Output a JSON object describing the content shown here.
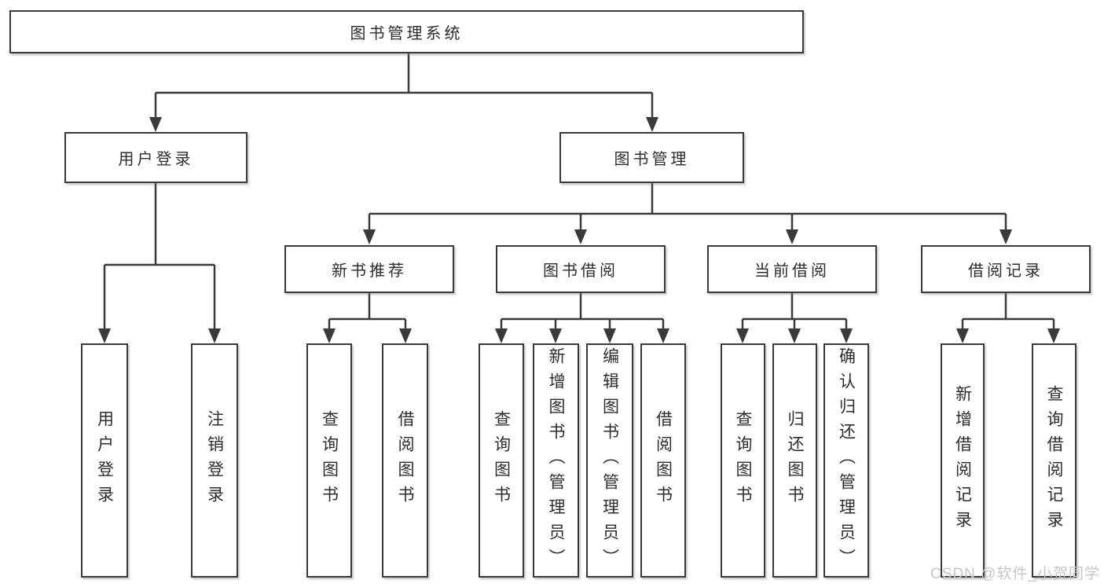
{
  "tree": {
    "root": {
      "label": "图书管理系统"
    },
    "branches": [
      {
        "label": "用户登录",
        "leaves": [
          {
            "label": "用户登录"
          },
          {
            "label": "注销登录"
          }
        ]
      },
      {
        "label": "图书管理",
        "groups": [
          {
            "label": "新书推荐",
            "leaves": [
              {
                "label": "查询图书"
              },
              {
                "label": "借阅图书"
              }
            ]
          },
          {
            "label": "图书借阅",
            "leaves": [
              {
                "label": "查询图书"
              },
              {
                "label": "新增图书（管理员）"
              },
              {
                "label": "编辑图书（管理员）"
              },
              {
                "label": "借阅图书"
              }
            ]
          },
          {
            "label": "当前借阅",
            "leaves": [
              {
                "label": "查询图书"
              },
              {
                "label": "归还图书"
              },
              {
                "label": "确认归还（管理员）"
              }
            ]
          },
          {
            "label": "借阅记录",
            "leaves": [
              {
                "label": "新增借阅记录"
              },
              {
                "label": "查询借阅记录"
              }
            ]
          }
        ]
      }
    ]
  },
  "watermark": {
    "text": "CSDN @软件_小贺同学"
  },
  "colors": {
    "line": "#3a3a3a",
    "text": "#2d2d2d",
    "box_background": "#ffffff",
    "page_background": "#ffffff",
    "watermark": "#c7c7c7"
  }
}
